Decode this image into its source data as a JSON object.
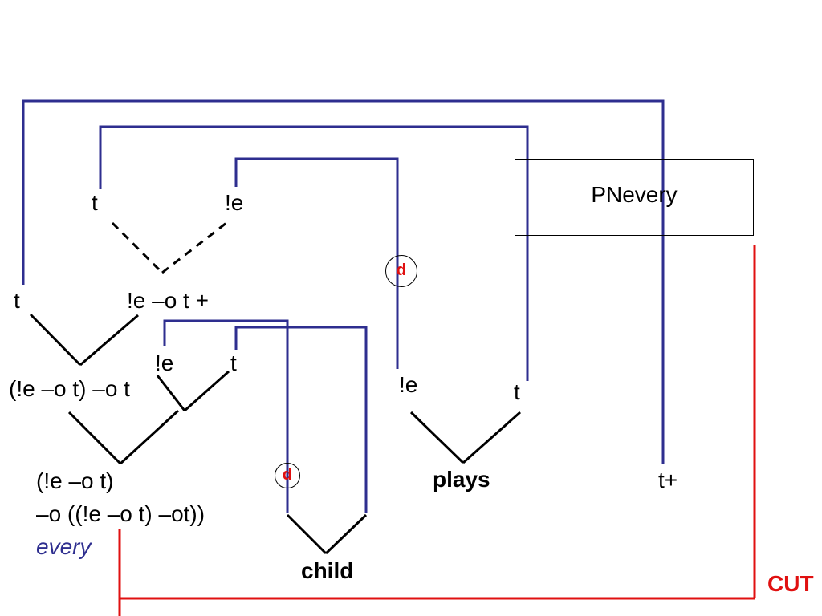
{
  "colors": {
    "link": "#2e2e8f",
    "tree": "#000000",
    "cut": "#e01010",
    "every_text": "#2e2e8f"
  },
  "labels": {
    "t_top": "t",
    "e_top": "!e",
    "t_left": "t",
    "e_o_t_plus": "!e –o t +",
    "e_mid": "!e",
    "t_mid": "t",
    "e_o_t_o_t": "(!e –o t) –o t",
    "every_type_line1": "(!e –o t)",
    "every_type_line2": "–o ((!e –o t) –ot))",
    "every_word": "every",
    "e_plays": "!e",
    "t_plays": "t",
    "plays_word": "plays",
    "child_word": "child",
    "t_plus": "t+",
    "pnevery": "PNevery",
    "cut": "CUT",
    "d_marker_1": "d",
    "d_marker_2": "d"
  }
}
